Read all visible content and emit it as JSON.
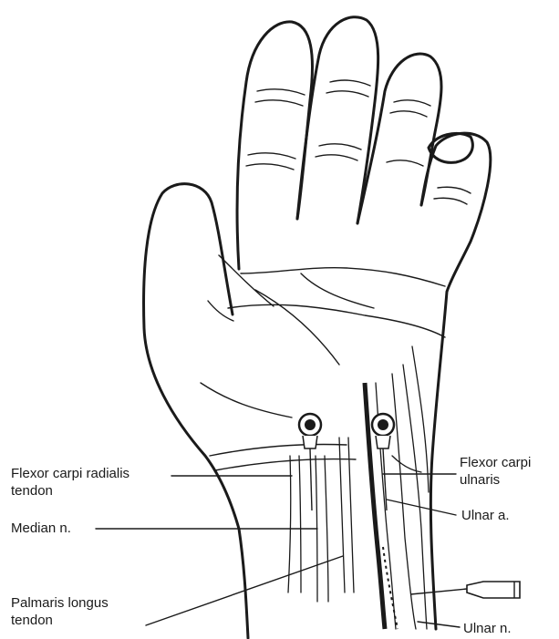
{
  "labels": {
    "fcr_line1": "Flexor carpi radialis",
    "fcr_line2": "tendon",
    "median": "Median n.",
    "palmaris_line1": "Palmaris longus",
    "palmaris_line2": "tendon",
    "fcu_line1": "Flexor carpi",
    "fcu_line2": "ulnaris",
    "ulnar_a": "Ulnar a.",
    "ulnar_n": "Ulnar n."
  },
  "colors": {
    "ink": "#1a1a1a",
    "background": "#ffffff"
  }
}
